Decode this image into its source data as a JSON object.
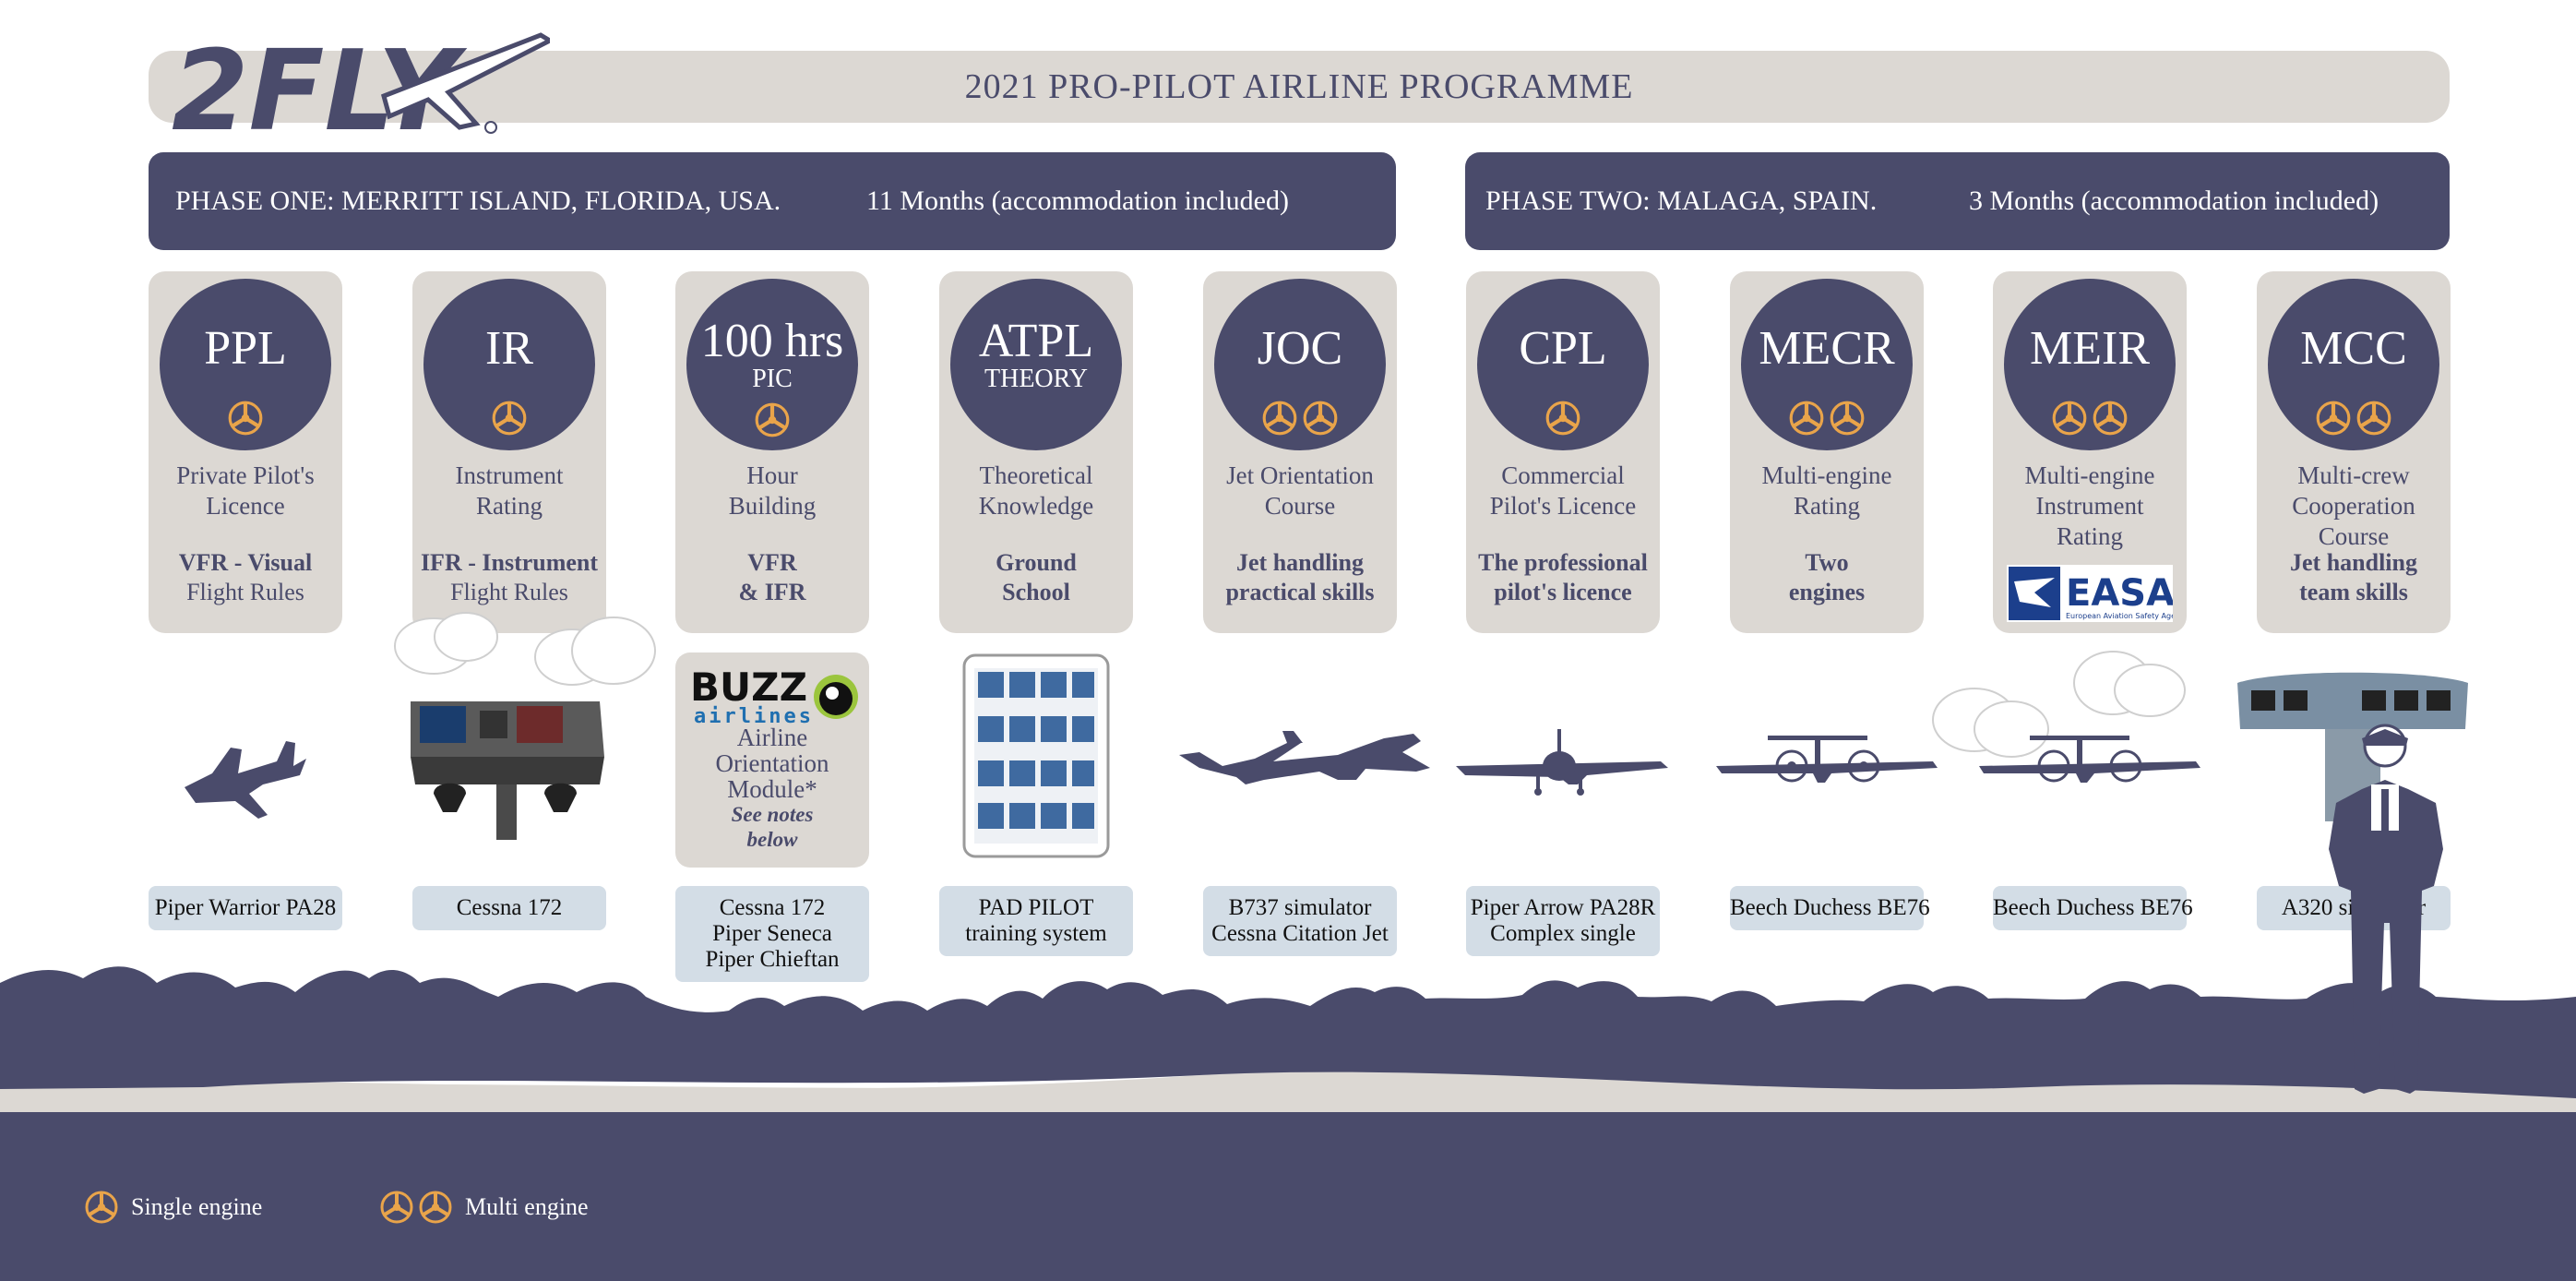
{
  "header": {
    "title": "2021 PRO-PILOT AIRLINE PROGRAMME",
    "logo_text": "2FLY"
  },
  "phases": [
    {
      "name": "PHASE ONE: MERRITT ISLAND, FLORIDA, USA.",
      "duration": "11 Months (accommodation included)"
    },
    {
      "name": "PHASE TWO: MALAGA, SPAIN.",
      "duration": "3 Months (accommodation included)"
    }
  ],
  "stages": [
    {
      "abbr": "PPL",
      "sub": "",
      "engines": "single",
      "desc": [
        "Private Pilot's",
        "Licence"
      ],
      "note": [
        "VFR - Visual",
        "Flight Rules"
      ],
      "note_bold": [
        true,
        false
      ],
      "aircraft": [
        "Piper Warrior PA28"
      ]
    },
    {
      "abbr": "IR",
      "sub": "",
      "engines": "single",
      "desc": [
        "Instrument",
        "Rating"
      ],
      "note": [
        "IFR - Instrument",
        "Flight Rules"
      ],
      "note_bold": [
        true,
        false
      ],
      "aircraft": [
        "Cessna 172"
      ]
    },
    {
      "abbr": "100 hrs",
      "sub": "PIC",
      "engines": "single",
      "desc": [
        "Hour",
        "Building"
      ],
      "note": [
        "VFR",
        "& IFR"
      ],
      "note_bold": [
        true,
        true
      ],
      "aircraft": [
        "Cessna 172",
        "Piper Seneca",
        "Piper Chieftan"
      ]
    },
    {
      "abbr": "ATPL",
      "sub": "THEORY",
      "engines": "none",
      "desc": [
        "Theoretical",
        "Knowledge"
      ],
      "note": [
        "Ground",
        "School"
      ],
      "note_bold": [
        true,
        true
      ],
      "aircraft": [
        "PAD PILOT",
        "training system"
      ]
    },
    {
      "abbr": "JOC",
      "sub": "",
      "engines": "multi",
      "desc": [
        "Jet Orientation",
        "Course"
      ],
      "note": [
        "Jet handling",
        "practical skills"
      ],
      "note_bold": [
        true,
        true
      ],
      "aircraft": [
        "B737 simulator",
        "Cessna Citation Jet"
      ]
    },
    {
      "abbr": "CPL",
      "sub": "",
      "engines": "single",
      "desc": [
        "Commercial",
        "Pilot's Licence"
      ],
      "note": [
        "The professional",
        "pilot's licence"
      ],
      "note_bold": [
        true,
        true
      ],
      "aircraft": [
        "Piper Arrow PA28R",
        "Complex single"
      ]
    },
    {
      "abbr": "MECR",
      "sub": "",
      "engines": "multi",
      "desc": [
        "Multi-engine",
        "Rating"
      ],
      "note": [
        "Two",
        "engines"
      ],
      "note_bold": [
        true,
        true
      ],
      "aircraft": [
        "Beech Duchess BE76"
      ]
    },
    {
      "abbr": "MEIR",
      "sub": "",
      "engines": "multi",
      "desc": [
        "Multi-engine",
        "Instrument",
        "Rating"
      ],
      "note": [],
      "note_bold": [],
      "aircraft": [
        "Beech Duchess BE76"
      ]
    },
    {
      "abbr": "MCC",
      "sub": "",
      "engines": "multi",
      "desc": [
        "Multi-crew",
        "Cooperation",
        "Course"
      ],
      "note": [
        "Jet handling",
        "team skills"
      ],
      "note_bold": [
        true,
        true
      ],
      "aircraft": [
        "A320 simulator"
      ]
    }
  ],
  "easa": {
    "label": "EASA",
    "sub": "European Aviation Safety Agency"
  },
  "buzz": {
    "logo_top": "BUZZ",
    "logo_bottom": "airlines",
    "lines": [
      "Airline",
      "Orientation",
      "Module*"
    ],
    "notes": [
      "See notes",
      "below"
    ]
  },
  "legend": {
    "single": "Single engine",
    "multi": "Multi engine"
  },
  "colors": {
    "navy": "#4a4b6b",
    "beige": "#dcd8d3",
    "label_blue": "#d3dde6",
    "propeller_orange": "#e9a44a",
    "background": "#ffffff"
  }
}
